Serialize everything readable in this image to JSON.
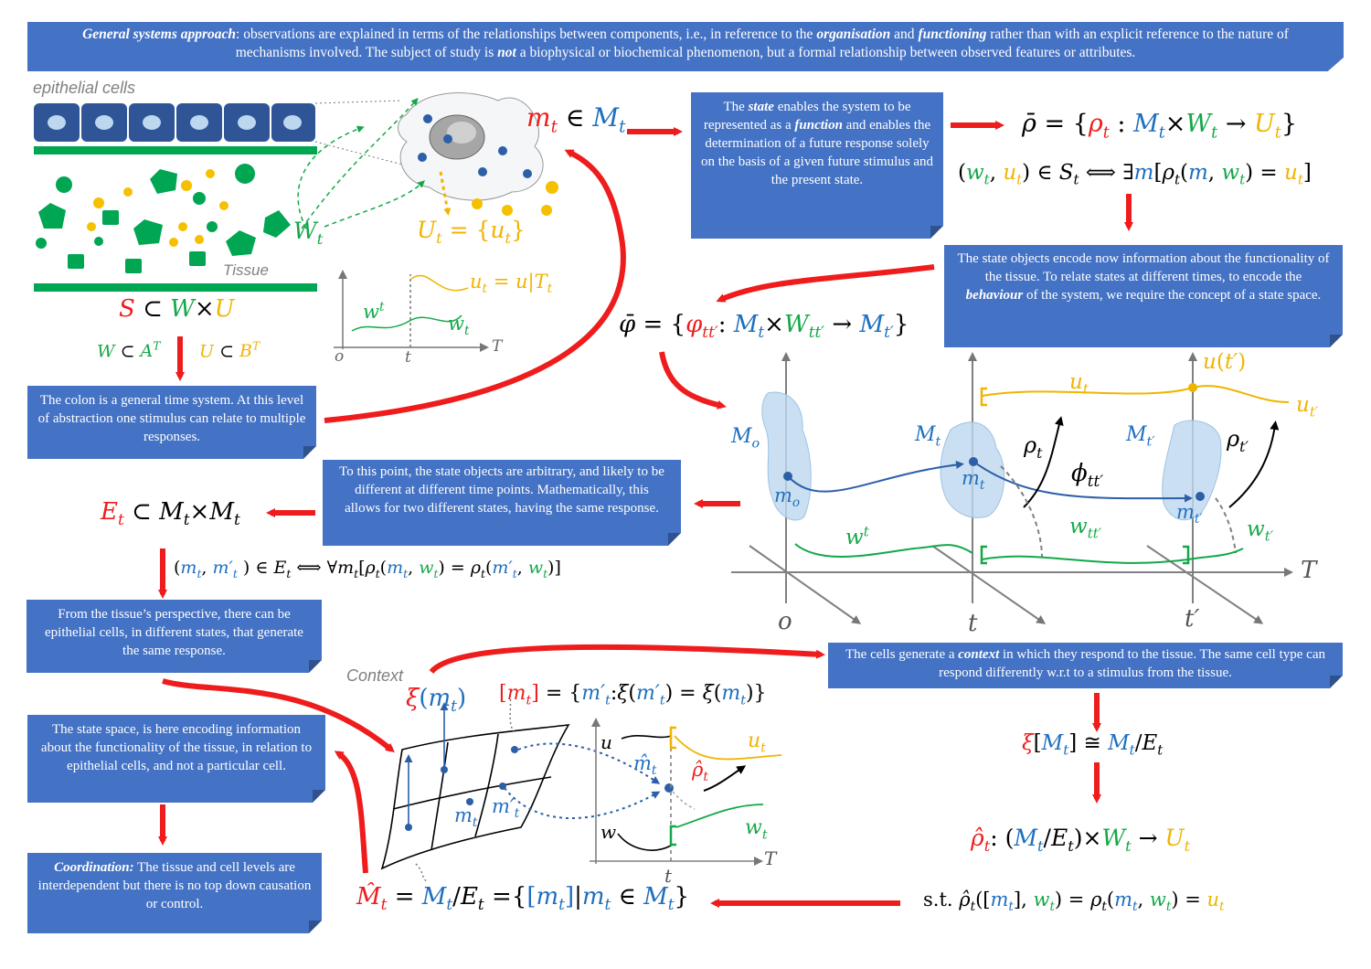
{
  "header": {
    "title_bold": "General systems approach",
    "text1": ": observations are explained in terms of the relationships between components, i.e., in reference to the ",
    "organisation": "organisation",
    "and": " and ",
    "functioning": "functioning",
    "text2": " rather than with an explicit reference to the nature of mechanisms involved.  The subject of study is ",
    "not": "not",
    "text3": " a biophysical or biochemical phenomenon, but a formal relationship between observed features or attributes."
  },
  "labels": {
    "epithelial_cells": "epithelial cells",
    "tissue": "Tissue",
    "context": "Context"
  },
  "boxes": {
    "state": {
      "pre": "The ",
      "state": "state",
      "mid": " enables the system to be represented as a ",
      "function": "function",
      "post": "  and enables the determination of a future response solely on the basis of a given future stimulus and the present state."
    },
    "state_objects": {
      "pre": "The state objects encode now information about the functionality of the tissue. To relate states at different times, to encode the ",
      "behaviour": "behaviour",
      "post": " of the system, we require the concept of a state space."
    },
    "colon": "The colon is a general time system. At this level of abstraction one stimulus can relate to multiple responses.",
    "arbitrary": "To this point, the state objects are arbitrary, and likely to be different at different time points. Mathematically, this allows for two different states, having the same response.",
    "perspective": "From the tissue’s perspective, there can be epithelial cells, in different states, that generate the same response.",
    "context": {
      "pre": "The cells generate a ",
      "context": "context",
      "post": " in which they respond to the tissue. The same cell type can respond differently w.r.t to a stimulus from the tissue."
    },
    "statespace": "The state space, is here encoding information about the functionality of the tissue, in relation to epithelial cells, and not a particular cell.",
    "coordination": {
      "title": "Coordination:",
      "text": " The tissue and cell levels are interdependent but there is no top down causation or control."
    }
  },
  "formulas": {
    "st_suffix": "s.t.",
    "iff": "⟺",
    "exists": "∃",
    "forall": "∀"
  },
  "axes": {
    "small": {
      "o": "o",
      "t": "t",
      "T": "T"
    },
    "big": {
      "o": "o",
      "t": "t",
      "tp": "t′",
      "T": "T"
    },
    "ctx": {
      "t": "t",
      "T": "T",
      "u": "u",
      "w": "w"
    }
  },
  "colors": {
    "box": "#4472c4",
    "arrow": "#ee1c1c",
    "state": "#1f6fc0",
    "stimulus": "#13a848",
    "response": "#f0b400",
    "cell_green": "#00a651"
  }
}
